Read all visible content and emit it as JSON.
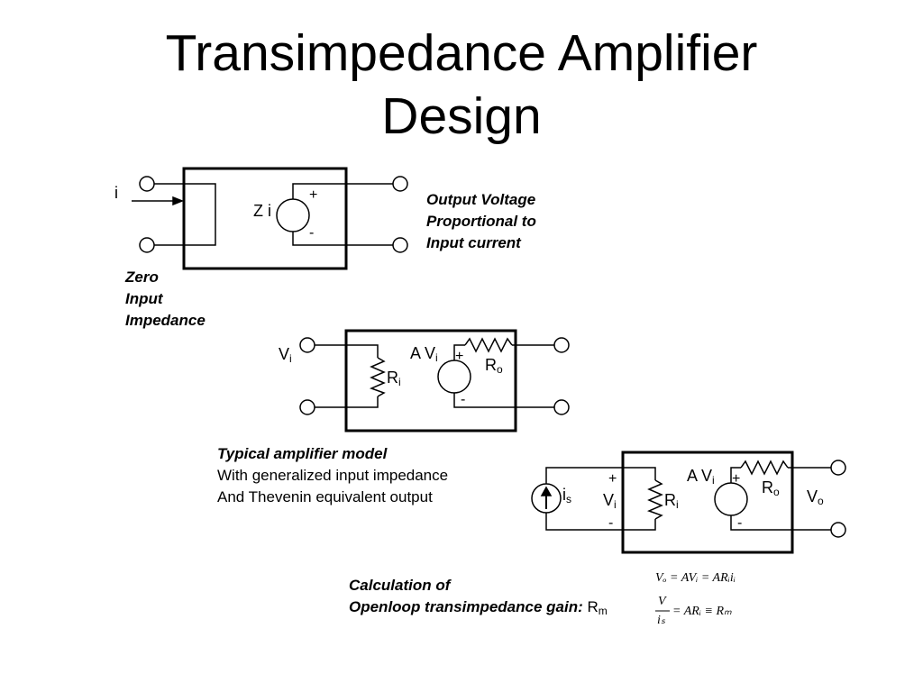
{
  "title": {
    "line1": "Transimpedance Amplifier",
    "line2": "Design"
  },
  "top_circuit": {
    "input_current": "i",
    "source_label": "Z i",
    "plus": "+",
    "minus": "-",
    "note_lines": [
      "Output Voltage",
      "Proportional to",
      "Input current"
    ],
    "zero_lines": [
      "Zero",
      "Input",
      "Impedance"
    ]
  },
  "middle_circuit": {
    "vi_main": "V",
    "vi_sub": "i",
    "ri_main": "R",
    "ri_sub": "i",
    "src_main": "A V",
    "src_sub": "i",
    "ro_main": "R",
    "ro_sub": "o",
    "plus": "+",
    "minus": "-"
  },
  "model_text": {
    "heading": "Typical amplifier model",
    "line2": "With generalized input impedance",
    "line3": "And Thevenin equivalent output"
  },
  "bottom_circuit": {
    "is_main": "i",
    "is_sub": "s",
    "vi_main": "V",
    "vi_sub": "i",
    "ri_main": "R",
    "ri_sub": "i",
    "src_main": "A V",
    "src_sub": "i",
    "ro_main": "R",
    "ro_sub": "o",
    "vo_main": "V",
    "vo_sub": "o",
    "plus": "+",
    "minus": "-"
  },
  "calculation": {
    "line1": "Calculation of",
    "line2": "Openloop transimpedance gain:",
    "rm_main": "R",
    "rm_sub": "m",
    "eq1": "Vₒ = AVᵢ = ARᵢiᵢ",
    "frac_num": "V",
    "frac_den": "iₛ",
    "eq2_rest": "= ARᵢ ≡ Rₘ"
  }
}
